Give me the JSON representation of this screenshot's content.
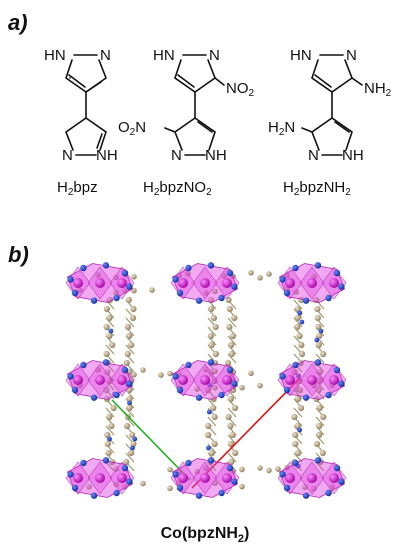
{
  "panel_a": {
    "label": "a)",
    "molecules": [
      {
        "name_main": "H",
        "name_sub": "2",
        "name_rest": "bpz",
        "top_nh": "HN",
        "top_n": "N",
        "bot_n": "N",
        "bot_nh": "NH"
      },
      {
        "name_main": "H",
        "name_sub": "2",
        "name_rest": "bpzNO",
        "name_sub2": "2",
        "top_nh": "HN",
        "top_n": "N",
        "bot_n": "N",
        "bot_nh": "NH",
        "sub_top_main": "NO",
        "sub_top_sub": "2",
        "sub_bot_main": "O",
        "sub_bot_sub": "2",
        "sub_bot_rest": "N"
      },
      {
        "name_main": "H",
        "name_sub": "2",
        "name_rest": "bpzNH",
        "name_sub2": "2",
        "top_nh": "HN",
        "top_n": "N",
        "bot_n": "N",
        "bot_nh": "NH",
        "sub_top_main": "NH",
        "sub_top_sub": "2",
        "sub_bot_main": "H",
        "sub_bot_sub": "2",
        "sub_bot_rest": "N"
      }
    ]
  },
  "panel_b": {
    "label": "b)",
    "caption_main": "Co(bpzNH",
    "caption_sub": "2",
    "caption_end": ")",
    "colors": {
      "polyhedron": "#e040e0",
      "cobalt": "#c400c4",
      "nitrogen": "#1c3fc8",
      "carbon": "#b9a98a",
      "line_red": "#e01010",
      "line_green": "#20b020"
    }
  }
}
